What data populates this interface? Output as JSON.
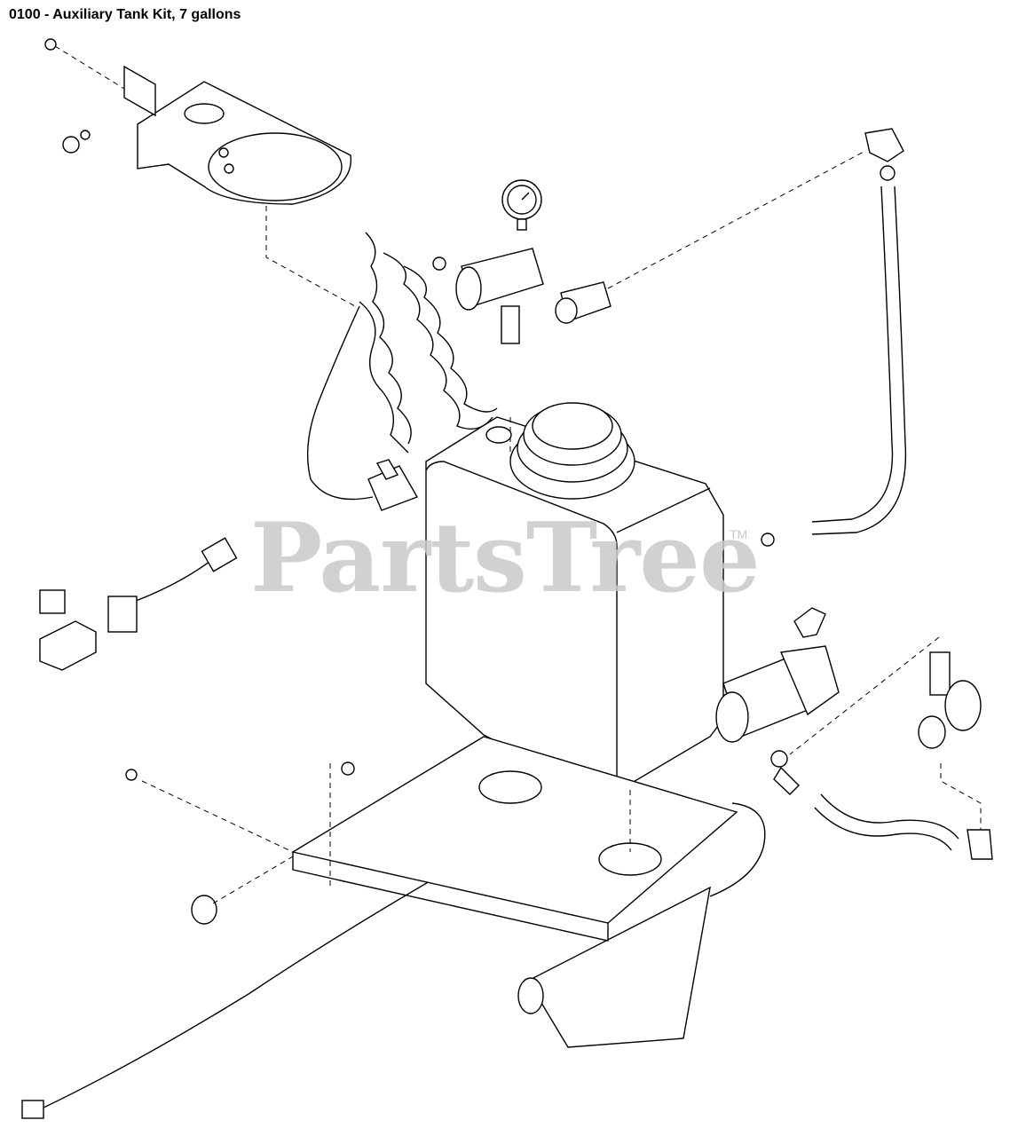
{
  "diagram": {
    "title": "0100 - Auxiliary Tank Kit, 7 gallons",
    "watermark": "PartsTree",
    "trademark": "TM"
  }
}
